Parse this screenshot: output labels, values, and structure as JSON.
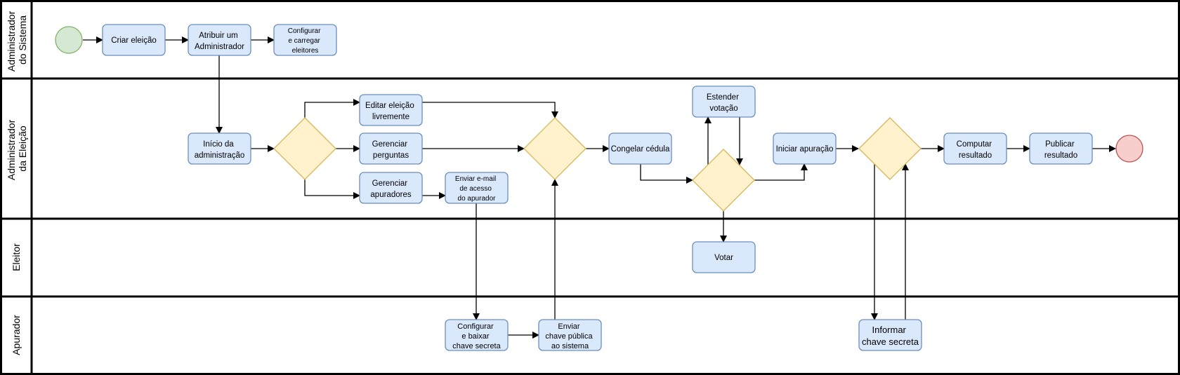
{
  "lanes": {
    "administrador_sistema": [
      "Administrador",
      "do Sistema"
    ],
    "administrador_eleicao": [
      "Administrador",
      "da Eleição"
    ],
    "eleitor": [
      "Eleitor"
    ],
    "apurador": [
      "Apurador"
    ]
  },
  "tasks": {
    "criar_eleicao": [
      "Criar eleição"
    ],
    "atribuir_administrador": [
      "Atribuir um",
      "Administrador"
    ],
    "configurar_eleitores": [
      "Configurar",
      "e carregar",
      "eleitores"
    ],
    "inicio_administracao": [
      "Início da",
      "administração"
    ],
    "editar_eleicao": [
      "Editar eleição",
      "livremente"
    ],
    "gerenciar_perguntas": [
      "Gerenciar",
      "perguntas"
    ],
    "gerenciar_apuradores": [
      "Gerenciar",
      "apuradores"
    ],
    "enviar_email": [
      "Enviar e-mail",
      "de acesso",
      "do apurador"
    ],
    "congelar_cedula": [
      "Congelar cédula"
    ],
    "estender_votacao": [
      "Estender",
      "votação"
    ],
    "iniciar_apuracao": [
      "Iniciar apuração"
    ],
    "computar_resultado": [
      "Computar",
      "resultado"
    ],
    "publicar_resultado": [
      "Publicar",
      "resultado"
    ],
    "votar": [
      "Votar"
    ],
    "configurar_chave": [
      "Configurar",
      "e baixar",
      "chave secreta"
    ],
    "enviar_chave": [
      "Enviar",
      "chave pública",
      "ao sistema"
    ],
    "informar_chave": [
      "Informar",
      "chave secreta"
    ]
  },
  "colors": {
    "task_fill": "#dae8fc",
    "task_stroke": "#6c8ebf",
    "gateway_fill": "#fff2cc",
    "gateway_stroke": "#d6b656",
    "start_fill": "#d5e8d4",
    "start_stroke": "#82b366",
    "end_fill": "#f8cecc",
    "end_stroke": "#b85450"
  }
}
